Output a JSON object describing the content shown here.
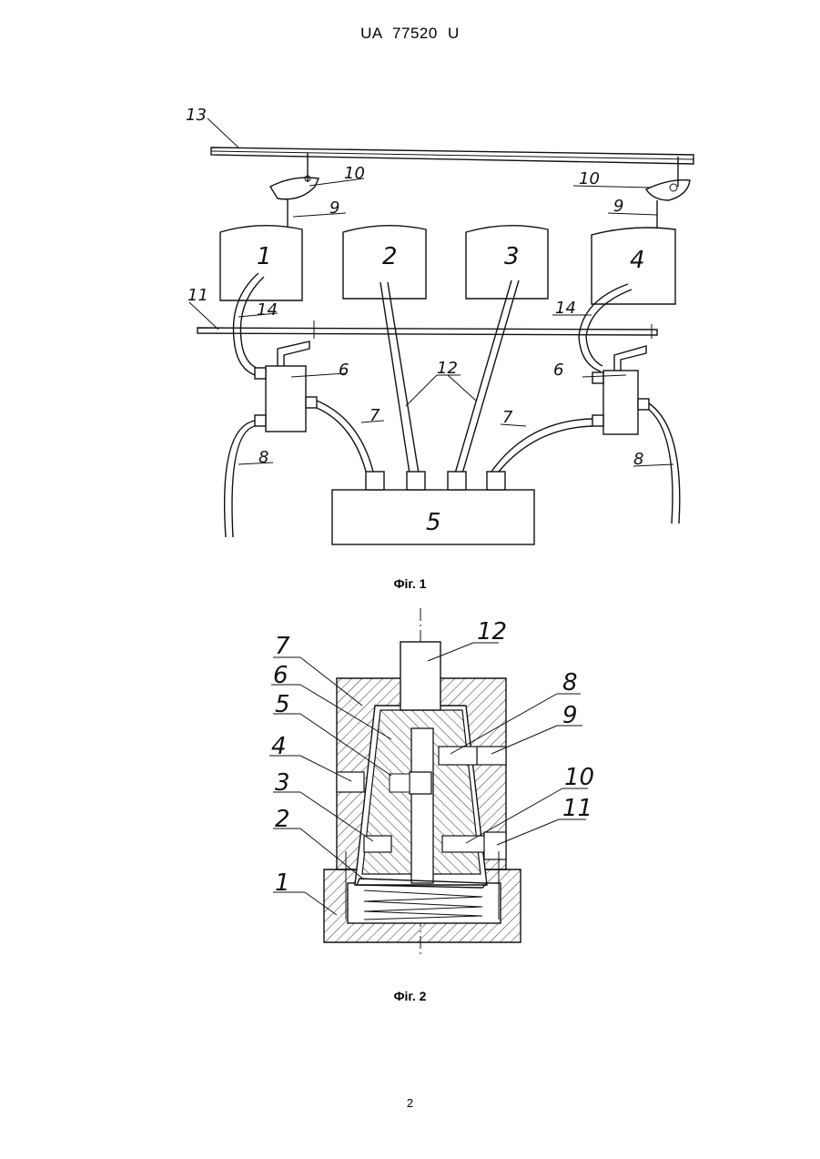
{
  "header": {
    "patent_number": "UA   77520   U"
  },
  "figure1": {
    "caption": "Фіг. 1",
    "labels": {
      "n1": "1",
      "n2": "2",
      "n3": "3",
      "n4": "4",
      "n5": "5",
      "n6a": "6",
      "n6b": "6",
      "n7a": "7",
      "n7b": "7",
      "n8a": "8",
      "n8b": "8",
      "n9a": "9",
      "n9b": "9",
      "n10a": "10",
      "n10b": "10",
      "n11": "11",
      "n12": "12",
      "n13": "13",
      "n14a": "14",
      "n14b": "14"
    }
  },
  "figure2": {
    "caption": "Фіг. 2",
    "labels": {
      "n1": "1",
      "n2": "2",
      "n3": "3",
      "n4": "4",
      "n5": "5",
      "n6": "6",
      "n7": "7",
      "n8": "8",
      "n9": "9",
      "n10": "10",
      "n11": "11",
      "n12": "12"
    }
  },
  "footer": {
    "page_number": "2"
  }
}
